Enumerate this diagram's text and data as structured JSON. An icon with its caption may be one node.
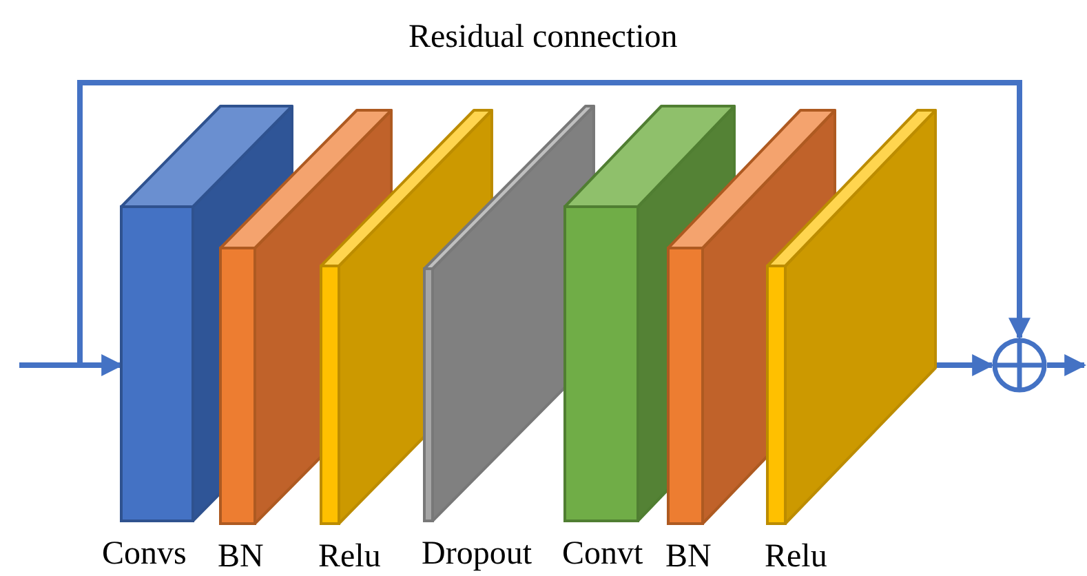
{
  "diagram": {
    "nodes": [
      {
        "text": [
          "Convs"
        ]
      },
      {
        "text": [
          "BN"
        ]
      },
      {
        "text": [
          "Relu"
        ]
      },
      {
        "text": [
          "Dropout"
        ]
      },
      {
        "text": [
          "Convt"
        ]
      },
      {
        "text": [
          "BN"
        ]
      },
      {
        "text": [
          "Relu"
        ]
      },
      {
        "text": [],
        "shape": "circle"
      }
    ],
    "edges": [
      {
        "from": null,
        "to": 0,
        "arrow": "to"
      },
      {
        "from": null,
        "to": 7,
        "arrow": "to",
        "label": "Residual connection"
      },
      {
        "from": 6,
        "to": 7,
        "arrow": "to"
      },
      {
        "from": 7,
        "to": null,
        "arrow": "to"
      }
    ]
  }
}
